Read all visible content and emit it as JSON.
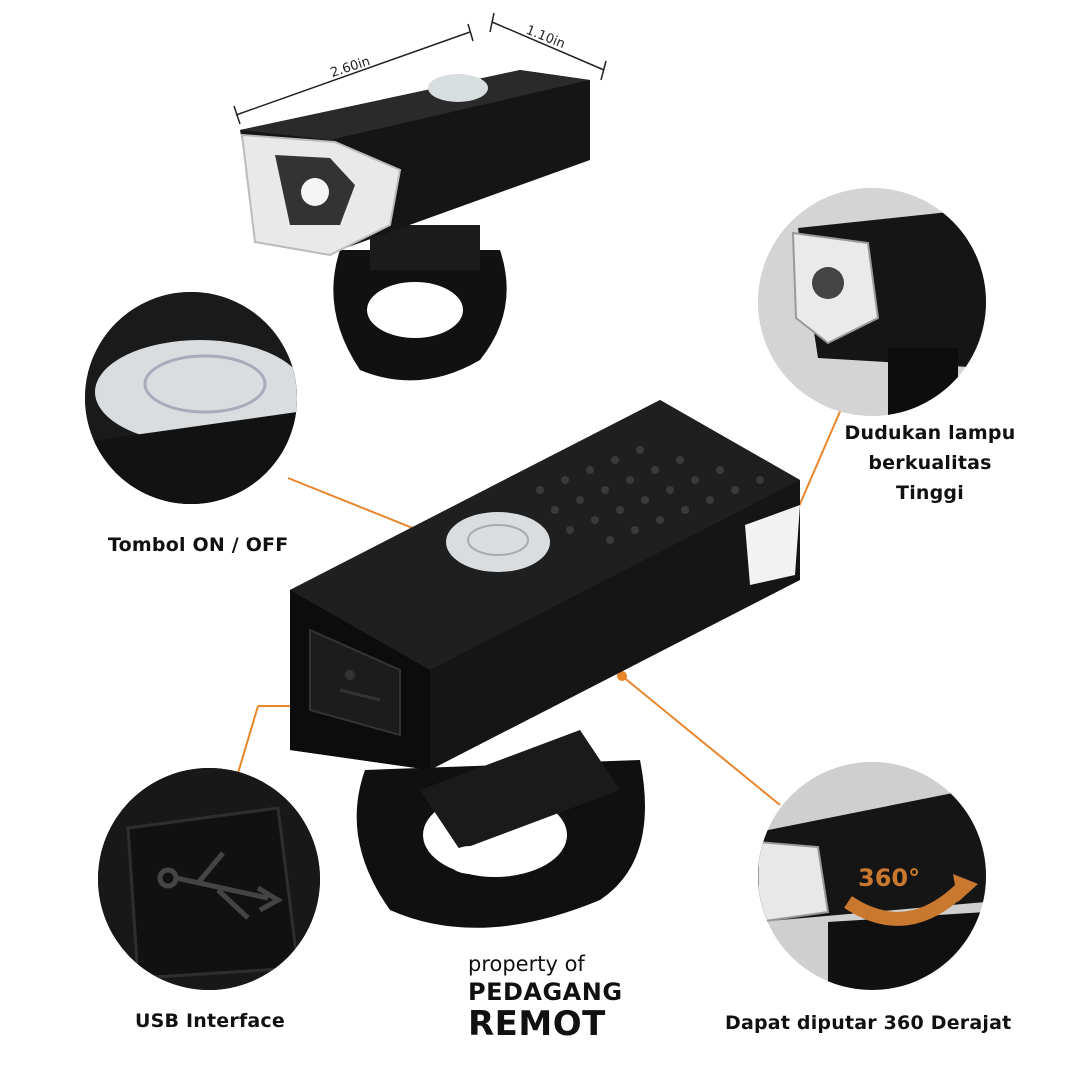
{
  "dimensions": {
    "length": "2.60in",
    "height": "1.10in"
  },
  "callouts": {
    "button": "Tombol ON / OFF",
    "mount": [
      "Dudukan lampu",
      "berkualitas",
      "Tinggi"
    ],
    "usb": "USB Interface",
    "rotate": "Dapat diputar 360 Derajat",
    "rotate_badge": "360°"
  },
  "watermark": {
    "line1": "property of",
    "line2": "PEDAGANG",
    "line3": "REMOT"
  },
  "colors": {
    "accent": "#e8862a",
    "lamp_body": "#151515",
    "background": "#ffffff"
  }
}
